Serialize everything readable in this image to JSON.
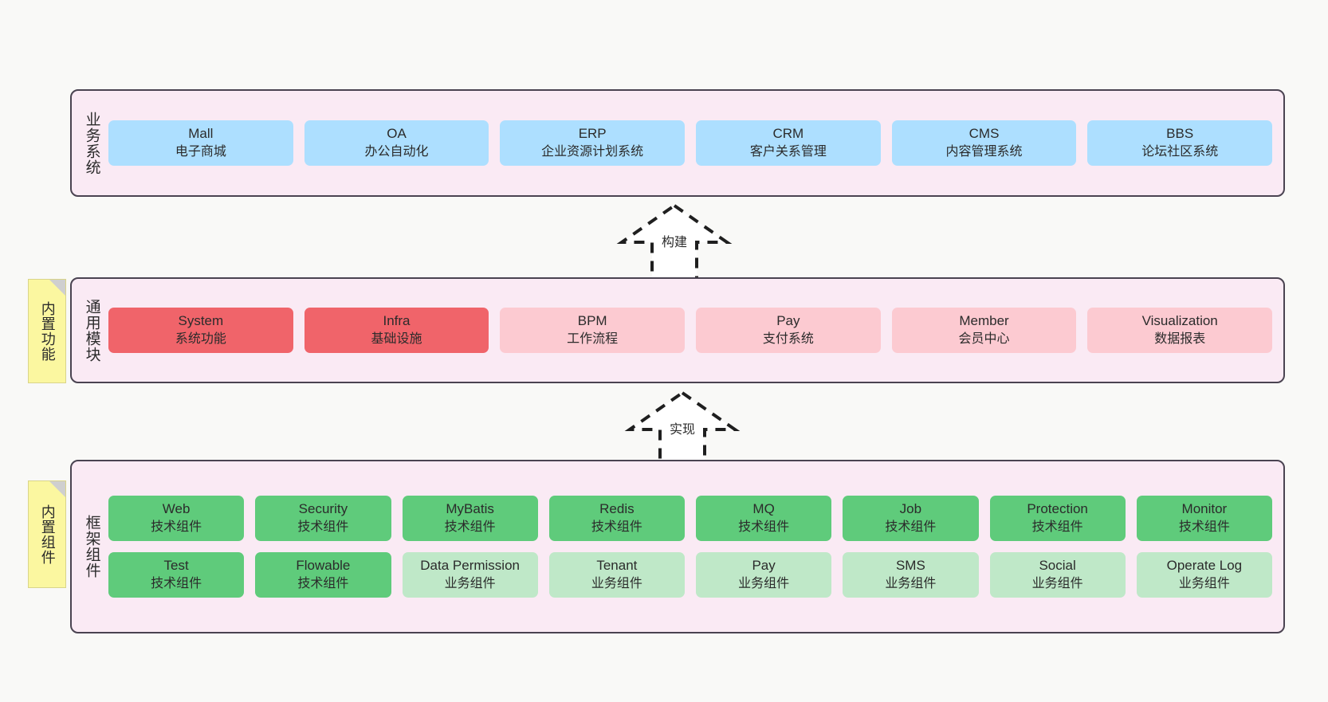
{
  "diagram": {
    "title_implied": "",
    "colors": {
      "canvas_bg": "#f9f9f7",
      "panel_bg": "#faeaf4",
      "panel_border": "#4a4351",
      "business_node": "#addfff",
      "module_core": "#f0646a",
      "module_plain": "#fccad1",
      "framework_tech": "#5fcb7b",
      "framework_biz": "#bfe8c8",
      "sticky_note": "#fbf7a0"
    }
  },
  "layers": {
    "business": {
      "title": "业务系统",
      "nodes": [
        {
          "en": "Mall",
          "cn": "电子商城"
        },
        {
          "en": "OA",
          "cn": "办公自动化"
        },
        {
          "en": "ERP",
          "cn": "企业资源计划系统"
        },
        {
          "en": "CRM",
          "cn": "客户关系管理"
        },
        {
          "en": "CMS",
          "cn": "内容管理系统"
        },
        {
          "en": "BBS",
          "cn": "论坛社区系统"
        }
      ]
    },
    "modules": {
      "title": "通用模块",
      "sticky": "内置功能",
      "nodes": [
        {
          "en": "System",
          "cn": "系统功能"
        },
        {
          "en": "Infra",
          "cn": "基础设施"
        },
        {
          "en": "BPM",
          "cn": "工作流程"
        },
        {
          "en": "Pay",
          "cn": "支付系统"
        },
        {
          "en": "Member",
          "cn": "会员中心"
        },
        {
          "en": "Visualization",
          "cn": "数据报表"
        }
      ]
    },
    "framework": {
      "title": "框架组件",
      "sticky": "内置组件",
      "row1": [
        {
          "en": "Web",
          "cn": "技术组件"
        },
        {
          "en": "Security",
          "cn": "技术组件"
        },
        {
          "en": "MyBatis",
          "cn": "技术组件"
        },
        {
          "en": "Redis",
          "cn": "技术组件"
        },
        {
          "en": "MQ",
          "cn": "技术组件"
        },
        {
          "en": "Job",
          "cn": "技术组件"
        },
        {
          "en": "Protection",
          "cn": "技术组件"
        },
        {
          "en": "Monitor",
          "cn": "技术组件"
        }
      ],
      "row2": [
        {
          "en": "Test",
          "cn": "技术组件"
        },
        {
          "en": "Flowable",
          "cn": "技术组件"
        },
        {
          "en": "Data Permission",
          "cn": "业务组件"
        },
        {
          "en": "Tenant",
          "cn": "业务组件"
        },
        {
          "en": "Pay",
          "cn": "业务组件"
        },
        {
          "en": "SMS",
          "cn": "业务组件"
        },
        {
          "en": "Social",
          "cn": "业务组件"
        },
        {
          "en": "Operate Log",
          "cn": "业务组件"
        }
      ]
    }
  },
  "connectors": [
    {
      "label": "构建",
      "from": "通用模块",
      "to": "业务系统"
    },
    {
      "label": "实现",
      "from": "框架组件",
      "to": "通用模块"
    }
  ]
}
